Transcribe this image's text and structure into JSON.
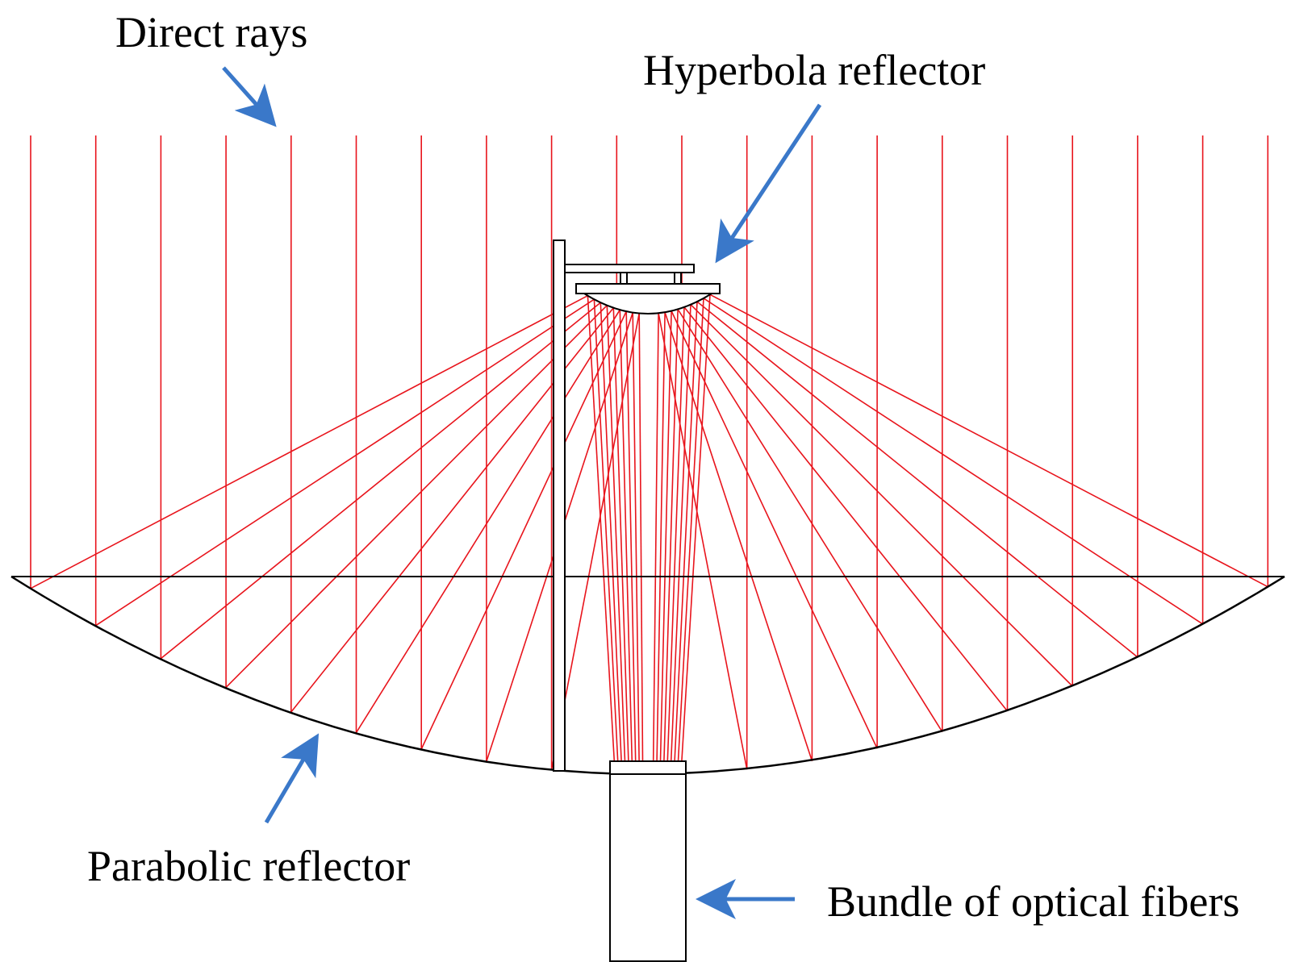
{
  "labels": {
    "direct_rays": "Direct rays",
    "hyperbola_reflector": "Hyperbola reflector",
    "parabolic_reflector": "Parabolic reflector",
    "fiber_bundle": "Bundle of optical fibers"
  },
  "colors": {
    "ray": "#e8141c",
    "structure": "#000000",
    "arrow": "#3a78c9",
    "background": "#ffffff"
  }
}
